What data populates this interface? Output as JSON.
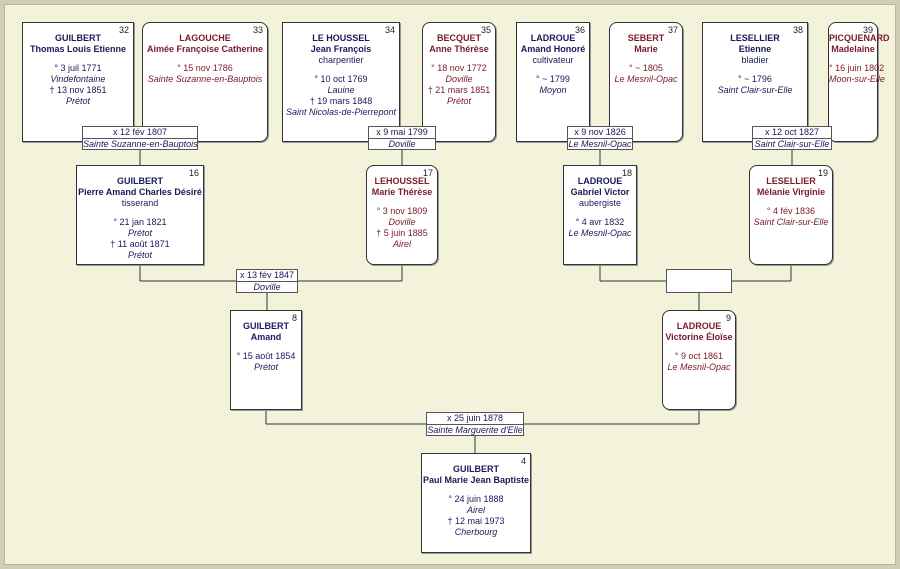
{
  "persons": [
    {
      "id": "32",
      "sex": "m",
      "surname": "GUILBERT",
      "given": "Thomas Louis Etienne",
      "lines": [
        {
          "t": "° 3 juil 1771"
        },
        {
          "t": "Vindefontaine",
          "i": true
        },
        {
          "t": "† 13 nov 1851"
        },
        {
          "t": "Prétot",
          "i": true
        }
      ]
    },
    {
      "id": "33",
      "sex": "f",
      "surname": "LAGOUCHE",
      "given": "Aimée Françoise Catherine",
      "lines": [
        {
          "t": "° 15 nov 1786"
        },
        {
          "t": "Sainte Suzanne-en-Bauptois",
          "i": true
        }
      ]
    },
    {
      "id": "34",
      "sex": "m",
      "surname": "LE HOUSSEL",
      "given": "Jean François",
      "lines": [
        {
          "t": "charpentier"
        },
        {
          "t": "° 10 oct 1769"
        },
        {
          "t": "Lauine",
          "i": true
        },
        {
          "t": "† 19 mars 1848"
        },
        {
          "t": "Saint Nicolas-de-Pierrepont",
          "i": true
        }
      ]
    },
    {
      "id": "35",
      "sex": "f",
      "surname": "BECQUET",
      "given": "Anne Thérèse",
      "lines": [
        {
          "t": "° 18 nov 1772"
        },
        {
          "t": "Doville",
          "i": true
        },
        {
          "t": "† 21 mars 1851"
        },
        {
          "t": "Prétot",
          "i": true
        }
      ]
    },
    {
      "id": "36",
      "sex": "m",
      "surname": "LADROUE",
      "given": "Amand Honoré",
      "lines": [
        {
          "t": "cultivateur"
        },
        {
          "t": "° ~ 1799"
        },
        {
          "t": "Moyon",
          "i": true
        }
      ]
    },
    {
      "id": "37",
      "sex": "f",
      "surname": "SEBERT",
      "given": "Marie",
      "lines": [
        {
          "t": "° ~ 1805"
        },
        {
          "t": "Le Mesnil-Opac",
          "i": true
        }
      ]
    },
    {
      "id": "38",
      "sex": "m",
      "surname": "LESELLIER",
      "given": "Etienne",
      "lines": [
        {
          "t": "bladier"
        },
        {
          "t": "° ~ 1796"
        },
        {
          "t": "Saint Clair-sur-Elle",
          "i": true
        }
      ]
    },
    {
      "id": "39",
      "sex": "f",
      "surname": "PICQUENARD",
      "given": "Madelaine",
      "lines": [
        {
          "t": "° 16 juin 1802"
        },
        {
          "t": "Moon-sur-Elle",
          "i": true
        }
      ]
    },
    {
      "id": "16",
      "sex": "m",
      "surname": "GUILBERT",
      "given": "Pierre Amand Charles Désiré",
      "lines": [
        {
          "t": "tisserand"
        },
        {
          "t": "° 21 jan 1821"
        },
        {
          "t": "Prétot",
          "i": true
        },
        {
          "t": "† 11 août 1871"
        },
        {
          "t": "Prétot",
          "i": true
        }
      ]
    },
    {
      "id": "17",
      "sex": "f",
      "surname": "LEHOUSSEL",
      "given": "Marie Thérèse",
      "lines": [
        {
          "t": "° 3 nov 1809"
        },
        {
          "t": "Doville",
          "i": true
        },
        {
          "t": "† 5 juin 1885"
        },
        {
          "t": "Airel",
          "i": true
        }
      ]
    },
    {
      "id": "18",
      "sex": "m",
      "surname": "LADROUE",
      "given": "Gabriel Victor",
      "lines": [
        {
          "t": "aubergiste"
        },
        {
          "t": "° 4 avr 1832"
        },
        {
          "t": "Le Mesnil-Opac",
          "i": true
        }
      ]
    },
    {
      "id": "19",
      "sex": "f",
      "surname": "LESELLIER",
      "given": "Mélanie Virginie",
      "lines": [
        {
          "t": "° 4 fév 1836"
        },
        {
          "t": "Saint Clair-sur-Elle",
          "i": true
        }
      ]
    },
    {
      "id": "8",
      "sex": "m",
      "surname": "GUILBERT",
      "given": "Amand",
      "lines": [
        {
          "t": "° 15 août 1854"
        },
        {
          "t": "Prétot",
          "i": true
        }
      ]
    },
    {
      "id": "9",
      "sex": "f",
      "surname": "LADROUE",
      "given": "Victorine Éloïse",
      "lines": [
        {
          "t": "° 9 oct 1861"
        },
        {
          "t": "Le Mesnil-Opac",
          "i": true
        }
      ]
    },
    {
      "id": "4",
      "sex": "m",
      "surname": "GUILBERT",
      "given": "Paul Marie Jean Baptiste",
      "lines": [
        {
          "t": "° 24 juin 1888"
        },
        {
          "t": "Airel",
          "i": true
        },
        {
          "t": "† 12 mai 1973"
        },
        {
          "t": "Cherbourg",
          "i": true
        }
      ]
    }
  ],
  "marriages": [
    {
      "key": "m32",
      "date": "x 12 fév 1807",
      "place": "Sainte Suzanne-en-Bauptois"
    },
    {
      "key": "m34",
      "date": "x 9 mai 1799",
      "place": "Doville"
    },
    {
      "key": "m36",
      "date": "x 9 nov 1826",
      "place": "Le Mesnil-Opac"
    },
    {
      "key": "m38",
      "date": "x 12 oct 1827",
      "place": "Saint Clair-sur-Elle"
    },
    {
      "key": "m16",
      "date": "x 13 fév 1847",
      "place": "Doville"
    },
    {
      "key": "m18",
      "date": "",
      "place": ""
    },
    {
      "key": "m8",
      "date": "x 25 juin 1878",
      "place": "Sainte Marguerite d'Elle"
    }
  ]
}
